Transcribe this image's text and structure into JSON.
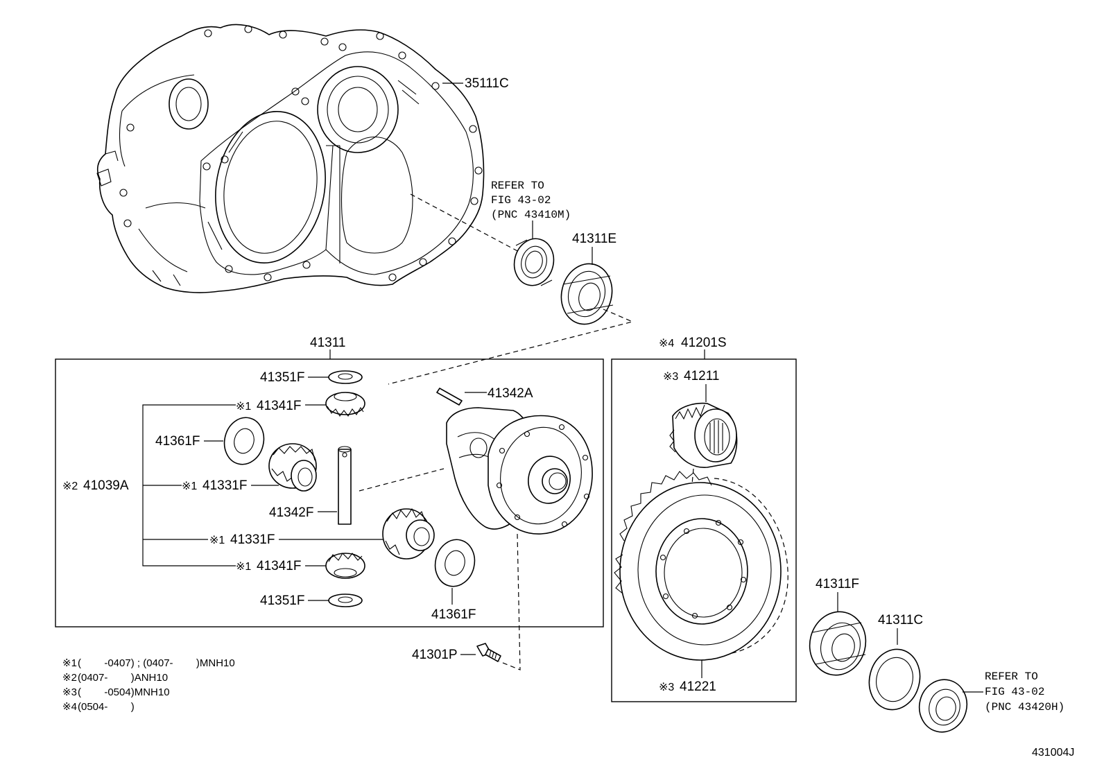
{
  "diagram_id": "431004J",
  "labels": {
    "p35111C": "35111C",
    "p41311E": "41311E",
    "p41311": "41311",
    "p41201S": "41201S",
    "p41211": "41211",
    "p41351F_top": "41351F",
    "p41342A": "41342A",
    "p41341F_top": "41341F",
    "p41361F_left": "41361F",
    "p41039A": "41039A",
    "p41331F_upper": "41331F",
    "p41342F": "41342F",
    "p41331F_lower": "41331F",
    "p41341F_bottom": "41341F",
    "p41351F_bottom": "41351F",
    "p41361F_right": "41361F",
    "p41301P": "41301P",
    "p41221": "41221",
    "p41311F": "41311F",
    "p41311C": "41311C"
  },
  "marks": {
    "m41341F_top": "※1",
    "m41039A": "※2",
    "m41331F_upper": "※1",
    "m41331F_lower": "※1",
    "m41341F_bottom": "※1",
    "m41201S": "※4",
    "m41211": "※3",
    "m41221": "※3"
  },
  "refer_top": {
    "line1": "REFER TO",
    "line2": "FIG 43-02",
    "line3": "(PNC 43410M)"
  },
  "refer_bottom": {
    "line1": "REFER TO",
    "line2": "FIG 43-02",
    "line3": "(PNC 43420H)"
  },
  "notes": [
    {
      "mark": "※1",
      "text": "(        -0407) ; (0407-        )MNH10"
    },
    {
      "mark": "※2",
      "text": "(0407-        )ANH10"
    },
    {
      "mark": "※3",
      "text": "(        -0504)MNH10"
    },
    {
      "mark": "※4",
      "text": "(0504-        )"
    }
  ]
}
